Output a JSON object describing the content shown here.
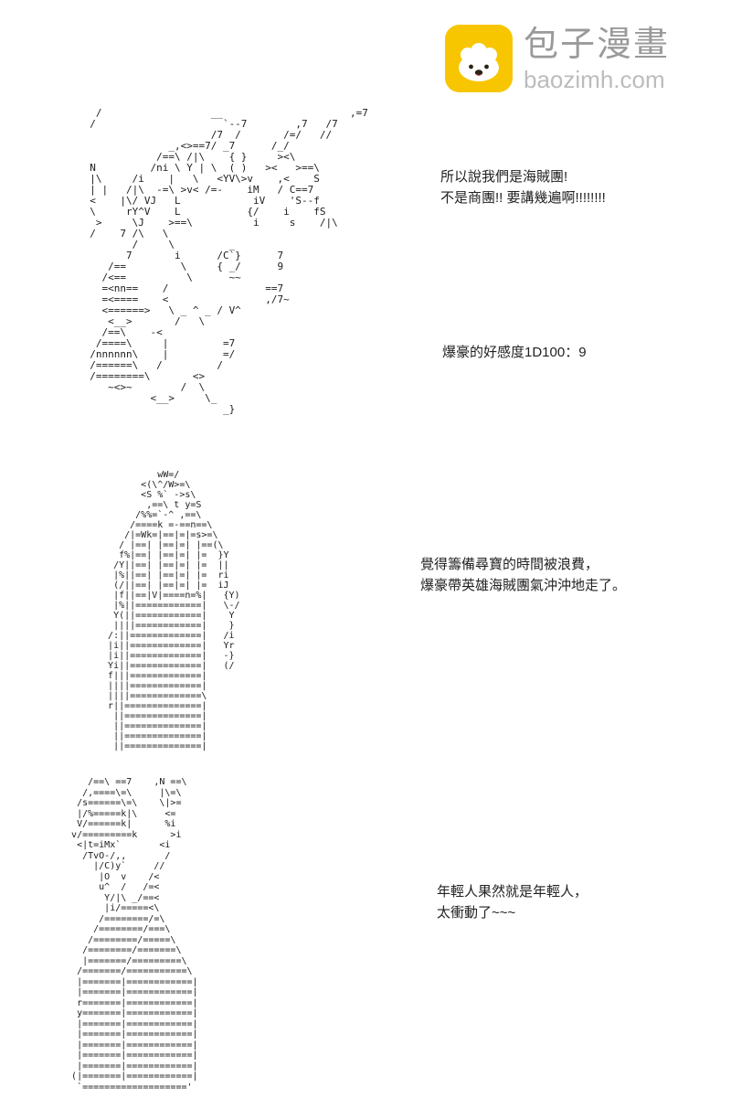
{
  "branding": {
    "site_name": "包子漫畫",
    "site_domain": "baozimh.com",
    "logo_bg_color": "#f7c600",
    "site_name_color": "#9a9a9a",
    "domain_color": "#bcbcbc"
  },
  "panels": [
    {
      "caption_lines": [
        "所以說我們是海賊團!",
        "不是商團!! 要講幾遍啊!!!!!!!!"
      ],
      "note": "爆豪的好感度1D100：9",
      "ascii_art": [
        "   /                  __                     ,=7",
        "  /                     `--7        ,7   /7",
        "                      /7  /       /=/   //",
        "               _,<>==7/ _7      /_/",
        "             /==\\ /|\\    { }     ><\\",
        "  N         /ni \\ Y | \\  ( )   ><   >==\\",
        "  |\\     /i    |   \\   <YV\\>v    ,<    S",
        "  | |   /|\\  -=\\ >v< /=-    iM   / C==7",
        "  <    |\\/ VJ   L            iV    'S--f",
        "  \\     rY^V    L           {/    i    fS",
        "   >     \\J    >==\\          i     s    /|\\",
        "  /    7 /\\   \\",
        "         /     \\         _",
        "        7       i      /C`}      7",
        "     /==         \\     { _/      9",
        "    /<==          \\      ~~",
        "    =<nn==    /                ==7",
        "    =<====    <                ,/7~",
        "    <======>   \\ _ ^ _ / V^",
        "     <__>       /   \\",
        "    /==\\    -<",
        "   /====\\     |         =7",
        "  /nnnnnn\\    |         =/",
        "  /======\\   /         /",
        "  /========\\       <>",
        "     ~<>~        /  \\",
        "            <__>     \\_",
        "                        _}"
      ]
    },
    {
      "caption_lines": [
        "覺得籌備尋寶的時間被浪費，",
        "爆豪帶英雄海賊團氣沖沖地走了。"
      ],
      "note": "",
      "ascii_art": [
        "            wW=/",
        "         <(\\^/W>=\\",
        "         <S %` ->s\\",
        "          ,==\\ t y=S",
        "        /%%=`-^ ,==\\",
        "       /====k =-==n==\\",
        "      /|=Wk=|==|=|=s>=\\",
        "     / |==| |==|=| |==(\\",
        "     f%|==| |==|=| |=  }Y",
        "    /Y||==| |==|=| |=  ||",
        "    |%||==| |==|=| |=  ri",
        "    (/||==| |==|=| |=  iJ",
        "    |f||==|V|====n=%|   {Y)",
        "    |%||============|   \\-/",
        "    Y(||============|    Y",
        "    ||||============|    }",
        "   /:||=============|   /i",
        "   |i||=============|   Yr",
        "   |i||=============|   -}",
        "   Yi||=============|   (/",
        "   f|||=============|",
        "   ||||=============|",
        "   ||||=============\\",
        "   r||==============|",
        "    ||==============|",
        "    ||==============|",
        "    ||==============|",
        "    ||==============|"
      ]
    },
    {
      "caption_lines": [
        "年輕人果然就是年輕人，",
        "太衝動了~~~"
      ],
      "note": "",
      "ascii_art": [
        "      /==\\ ==7    ,N ==\\",
        "     /,====\\=\\     |\\=\\",
        "    /s======\\=\\    \\|>=",
        "    |/%=====k|\\     <=",
        "    V/======k|      %i",
        "   v/=========k      >i",
        "    <|t=iMx`       <i",
        "     /TvO-/,,       /",
        "       |/C)y`     //",
        "        |O  v    /<",
        "        u^  /   /=<",
        "         Y/|\\ _/==<",
        "         |i/=====<\\",
        "        /========/=\\",
        "       /========/===\\",
        "      /========/=====\\",
        "     /========/=======\\",
        "     |=======/=========\\",
        "    /=======/===========\\",
        "    |=======|============|",
        "    |=======|============|",
        "    r=======|============|",
        "    y=======|============|",
        "    |=======|============|",
        "    |=======|============|",
        "    |=======|============|",
        "    |=======|============|",
        "    |=======|============|",
        "   (|=======|============|",
        "    `==================='"
      ]
    }
  ]
}
